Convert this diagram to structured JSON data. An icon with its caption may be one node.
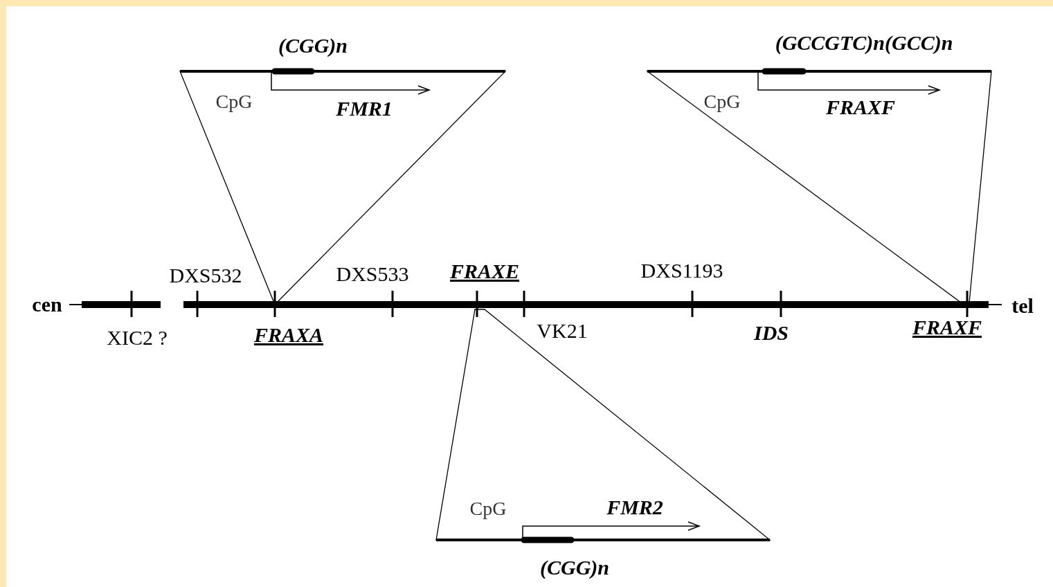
{
  "diagram": {
    "nodes": [
      {
        "text": [
          "(CGG)n",
          "CpG",
          "FMR1"
        ]
      },
      {
        "text": [
          "(GCCGTC)n(GCC)n",
          "CpG",
          "FRAXF"
        ]
      },
      {
        "text": [
          "CpG",
          "FMR2",
          "(CGG)n"
        ]
      }
    ],
    "labels": [
      "cen",
      "DXS532",
      "DXS533",
      "FRAXE",
      "DXS1193",
      "tel",
      "XIC2 ?",
      "FRAXA",
      "VK21",
      "IDS",
      "FRAXF"
    ]
  }
}
